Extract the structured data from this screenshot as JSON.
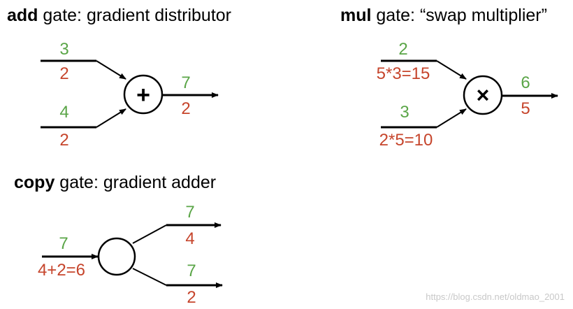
{
  "colors": {
    "forward": "#5aa547",
    "gradient": "#c6452c",
    "stroke": "#000000"
  },
  "add_gate": {
    "title_bold": "add",
    "title_rest": " gate: gradient distributor",
    "operator_symbol": "+",
    "inputs": [
      {
        "value": "3",
        "gradient": "2"
      },
      {
        "value": "4",
        "gradient": "2"
      }
    ],
    "output": {
      "value": "7",
      "gradient": "2"
    }
  },
  "mul_gate": {
    "title_bold": "mul",
    "title_rest": " gate: “swap multiplier”",
    "operator_symbol": "×",
    "inputs": [
      {
        "value": "2",
        "gradient": "5*3=15"
      },
      {
        "value": "3",
        "gradient": "2*5=10"
      }
    ],
    "output": {
      "value": "6",
      "gradient": "5"
    }
  },
  "copy_gate": {
    "title_bold": "copy",
    "title_rest": " gate: gradient adder",
    "input": {
      "value": "7",
      "gradient": "4+2=6"
    },
    "outputs": [
      {
        "value": "7",
        "gradient": "4"
      },
      {
        "value": "7",
        "gradient": "2"
      }
    ]
  },
  "watermark": "https://blog.csdn.net/oldmao_2001"
}
